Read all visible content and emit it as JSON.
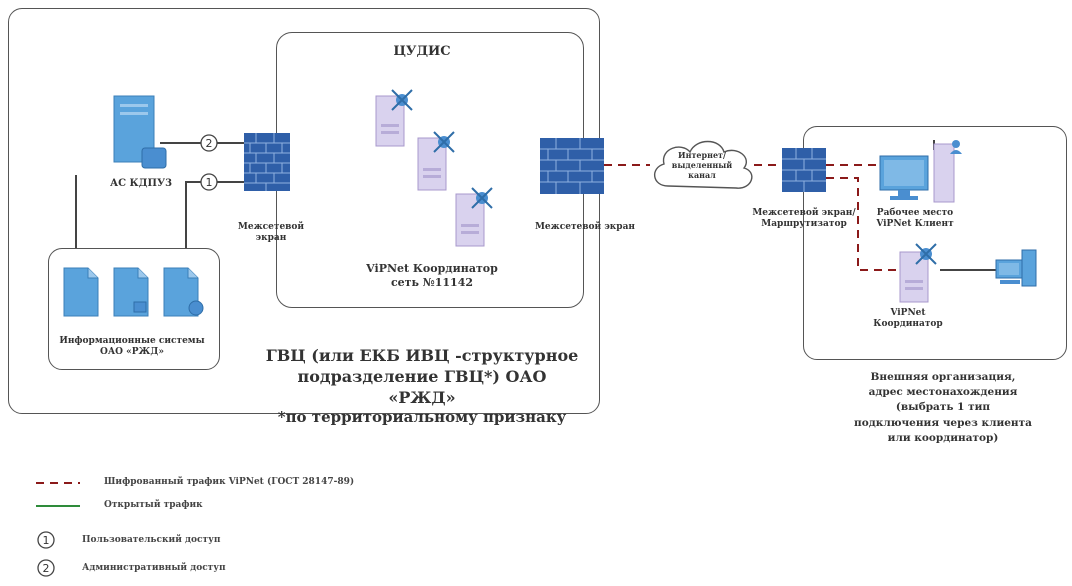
{
  "gvc": {
    "caption_line1": "ГВЦ (или ЕКБ ИВЦ -структурное",
    "caption_line2": "подразделение ГВЦ*) ОАО «РЖД»",
    "caption_line3": "*по территориальному признаку"
  },
  "cudis": {
    "title": "ЦУДИС",
    "coordinator_line1": "ViPNet Координатор",
    "coordinator_line2": "сеть №11142"
  },
  "as_kdpu": {
    "label": "АС КДПУ3"
  },
  "info_systems": {
    "line1": "Информационные системы",
    "line2": "ОАО «РЖД»"
  },
  "firewall_left": {
    "label": "Межсетевой экран"
  },
  "firewall_right": {
    "label": "Межсетевой экран"
  },
  "cloud": {
    "line1": "Интернет/",
    "line2": "выделенный",
    "line3": "канал"
  },
  "router": {
    "line1": "Межсетевой экран/",
    "line2": "Маршрутизатор"
  },
  "workstation": {
    "line1": "Рабочее место",
    "line2": "ViPNet Клиент"
  },
  "external_coordinator": {
    "line1": "ViPNet",
    "line2": "Координатор"
  },
  "external_org": {
    "line1": "Внешняя организация,",
    "line2": "адрес местонахождения",
    "line3": "(выбрать 1 тип",
    "line4": "подключения через клиента",
    "line5": "или координатор)"
  },
  "badges": {
    "one": "1",
    "two": "2"
  },
  "legend": {
    "encrypted": "Шифрованный трафик ViPNet (ГОСТ 28147-89)",
    "open": "Открытый трафик",
    "user_access_num": "1",
    "user_access": "Пользовательский доступ",
    "admin_access_num": "2",
    "admin_access": "Административный доступ"
  },
  "colors": {
    "firewall": "#2f5fa8",
    "doc_blue": "#5aa3dc",
    "coordinator_lilac": "#d9d2ee",
    "encrypted_line": "#8b1a1a",
    "open_line": "#2e8b3a"
  }
}
